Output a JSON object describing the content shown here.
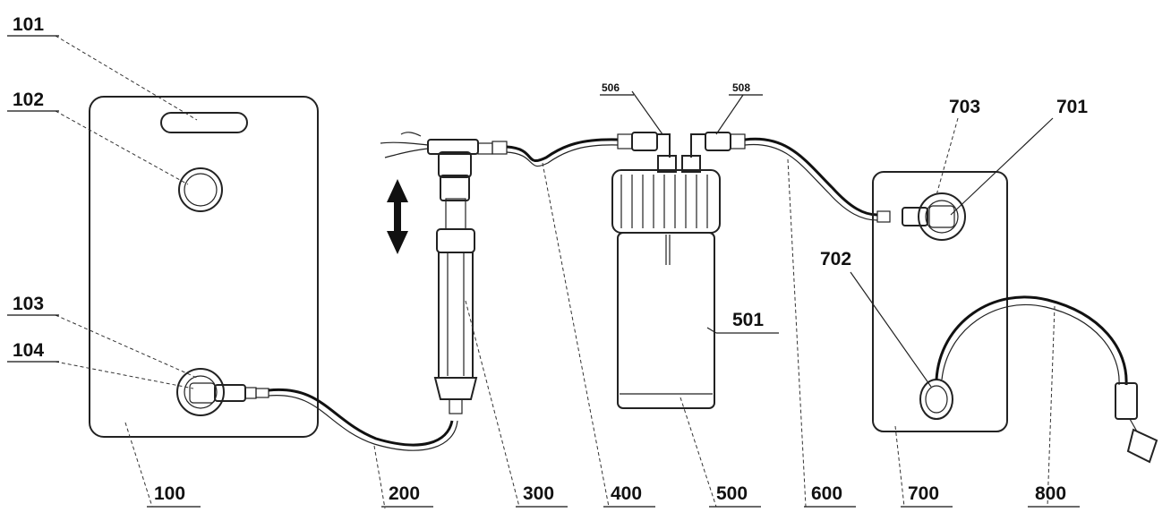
{
  "diagram": {
    "labels": {
      "l101": "101",
      "l102": "102",
      "l103": "103",
      "l104": "104",
      "l100": "100",
      "l200": "200",
      "l300": "300",
      "l400": "400",
      "l500": "500",
      "l501": "501",
      "l506": "506",
      "l508": "508",
      "l600": "600",
      "l700": "700",
      "l701": "701",
      "l702": "702",
      "l703": "703",
      "l800": "800"
    },
    "colors": {
      "line": "#111111",
      "background": "#ffffff"
    }
  }
}
